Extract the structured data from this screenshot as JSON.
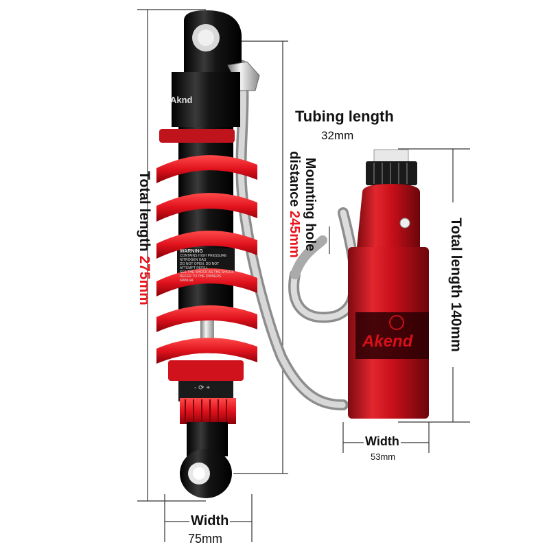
{
  "annotations": {
    "tubing_length": {
      "label": "Tubing length",
      "value": "32mm"
    },
    "mounting_hole": {
      "line1": "Mounting hole",
      "line2": "distance",
      "value": "245mm"
    },
    "total_length_left": {
      "label": "Total length",
      "value": "275mm"
    },
    "total_length_right": {
      "label": "Total length",
      "value": "140mm"
    },
    "width_bottom": {
      "label": "Width",
      "value": "75mm"
    },
    "width_reservoir": {
      "label": "Width",
      "value": "53mm"
    }
  },
  "product": {
    "brand_logo": "Aknd",
    "reservoir_logo": "Akend",
    "warning_title": "WARNING",
    "warning_lines": [
      "CONTAINS HIGH PRESSURE NITROGEN GAS",
      "DO NOT OPEN. DO NOT ATTEMPT REFILL",
      "SEE THE SHOCK AS THE SHOCK",
      "REFER TO THE OWNERS MANUAL"
    ],
    "adjuster_marks": "- ⟳ +"
  },
  "colors": {
    "spring_red": "#e0121d",
    "body_black": "#141414",
    "reservoir_red": "#c8101a",
    "text_red": "#e8141b"
  }
}
